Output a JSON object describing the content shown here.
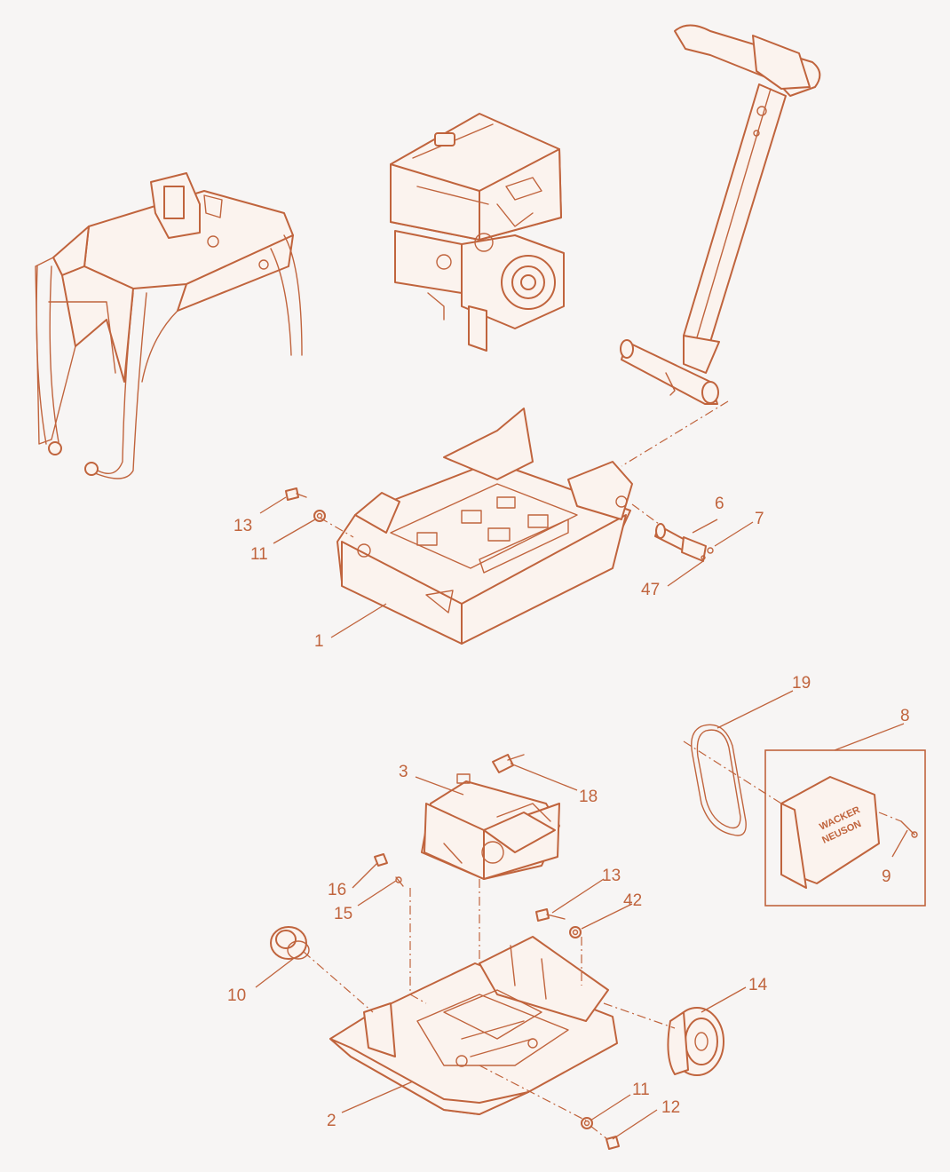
{
  "diagram": {
    "callouts": {
      "c1": "1",
      "c2": "2",
      "c3": "3",
      "c6": "6",
      "c7": "7",
      "c8": "8",
      "c9": "9",
      "c10": "10",
      "c11a": "11",
      "c11b": "11",
      "c12": "12",
      "c13a": "13",
      "c13b": "13",
      "c14": "14",
      "c15": "15",
      "c16": "16",
      "c18": "18",
      "c19": "19",
      "c42": "42",
      "c47": "47"
    },
    "cover_logo": {
      "line1": "WACKER",
      "line2": "NEUSON"
    },
    "colors": {
      "line": "#c0643d",
      "fill": "#fbf3ee",
      "background": "#f7f5f4"
    }
  }
}
